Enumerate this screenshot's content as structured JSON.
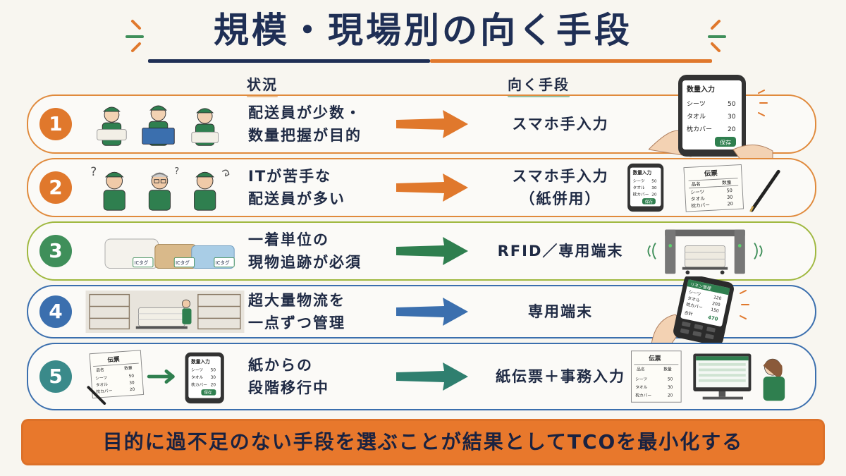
{
  "title": "規模・現場別の向く手段",
  "columns": {
    "situation": "状況",
    "method": "向く手段"
  },
  "rows": [
    {
      "num": "1",
      "color": "#e0782c",
      "situation": [
        "配送員が少数・",
        "数量把握が目的"
      ],
      "method": [
        "スマホ手入力"
      ],
      "arrow_color": "#e0782c"
    },
    {
      "num": "2",
      "color": "#e0782c",
      "situation": [
        "ITが苦手な",
        "配送員が多い"
      ],
      "method": [
        "スマホ手入力",
        "（紙併用）"
      ],
      "arrow_color": "#e0782c"
    },
    {
      "num": "3",
      "color": "#3f8f5a",
      "situation": [
        "一着単位の",
        "現物追跡が必須"
      ],
      "method": [
        "RFID／専用端末"
      ],
      "arrow_color": "#2f7f4f"
    },
    {
      "num": "4",
      "color": "#3b6fae",
      "situation": [
        "超大量物流を",
        "一点ずつ管理"
      ],
      "method": [
        "専用端末"
      ],
      "arrow_color": "#3b6fae"
    },
    {
      "num": "5",
      "color": "#3a8a8a",
      "situation": [
        "紙からの",
        "段階移行中"
      ],
      "method": [
        "紙伝票＋事務入力"
      ],
      "arrow_color": "#2f7f6f"
    }
  ],
  "phone_form": {
    "title": "数量入力",
    "items": [
      {
        "name": "シーツ",
        "qty": "50"
      },
      {
        "name": "タオル",
        "qty": "30"
      },
      {
        "name": "枕カバー",
        "qty": "20"
      }
    ],
    "save": "保存"
  },
  "slip": {
    "title": "伝票",
    "col_name": "品名",
    "col_qty": "数量",
    "items": [
      {
        "name": "シーツ",
        "qty": "50"
      },
      {
        "name": "タオル",
        "qty": "30"
      },
      {
        "name": "枕カバー",
        "qty": "20"
      }
    ]
  },
  "ic_tag": "ICタグ",
  "handheld": {
    "title": "リネン管理",
    "items": [
      {
        "name": "シーツ",
        "qty": "120"
      },
      {
        "name": "タオル",
        "qty": "200"
      },
      {
        "name": "枕カバー",
        "qty": "150"
      }
    ],
    "total_label": "合計",
    "total": "470"
  },
  "banner": "目的に過不足のない手段を選ぶことが結果としてTCOを最小化する"
}
